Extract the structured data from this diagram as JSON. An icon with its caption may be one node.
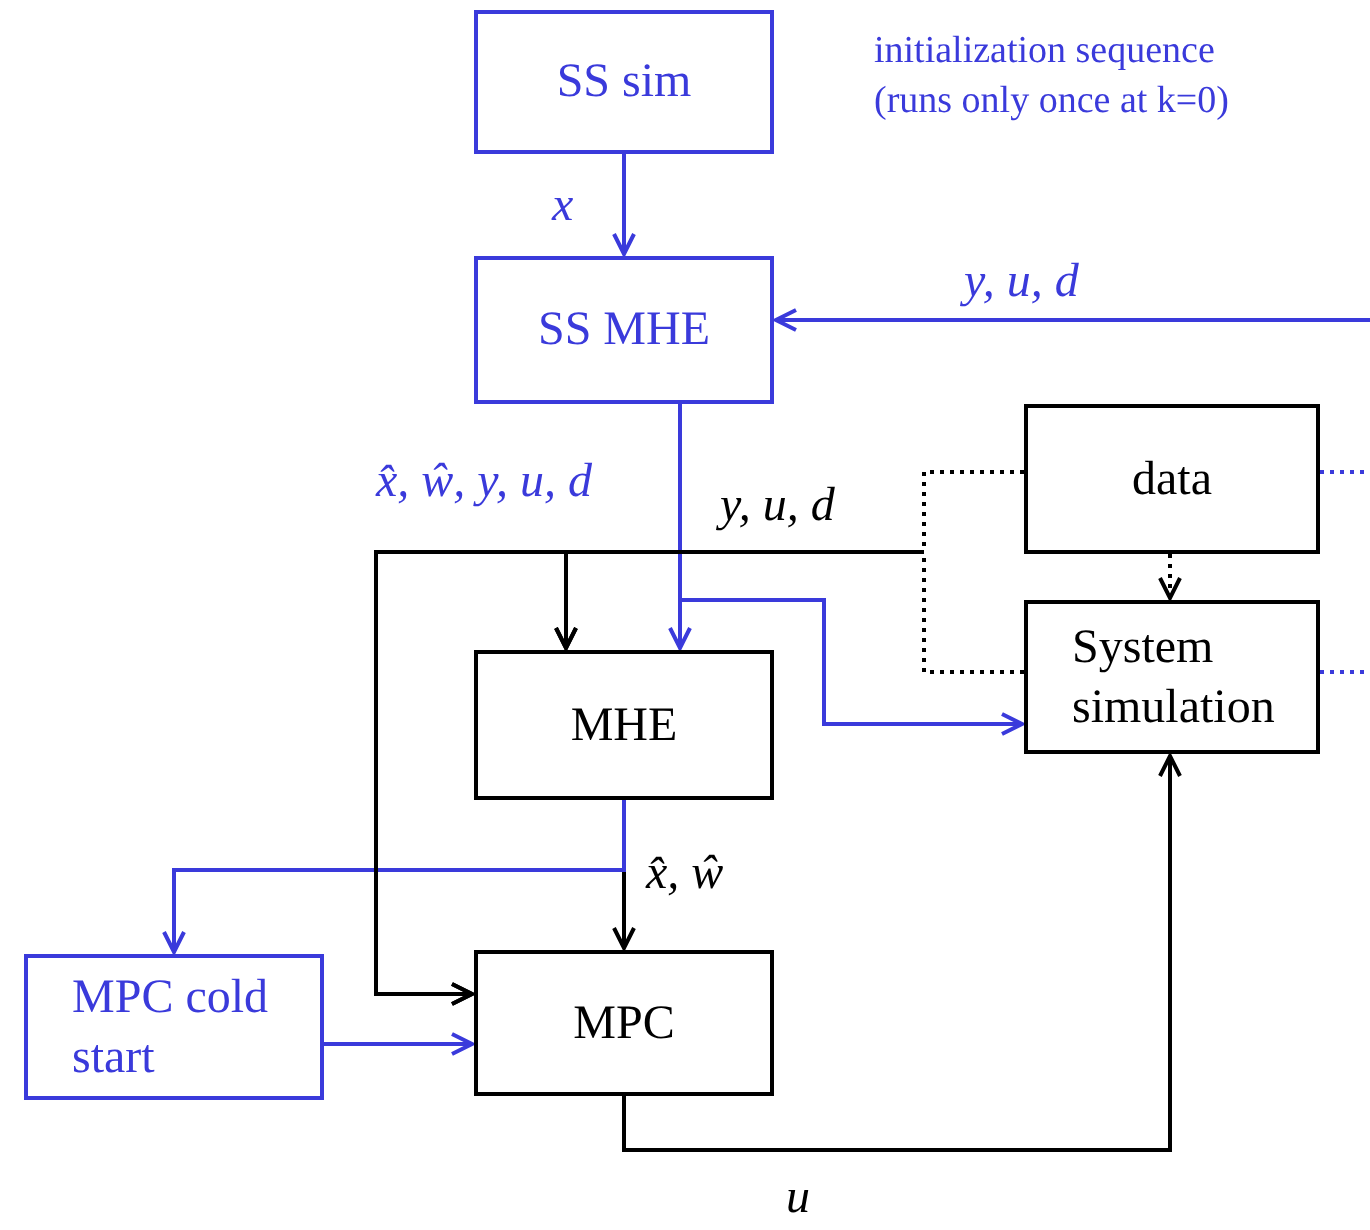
{
  "diagram": {
    "nodes": [
      {
        "text": [
          "SS sim"
        ]
      },
      {
        "text": [
          "SS MHE"
        ]
      },
      {
        "text": [
          "data"
        ]
      },
      {
        "text": [
          "System simulation"
        ]
      },
      {
        "text": [
          "MHE"
        ]
      },
      {
        "text": [
          "MPC cold start"
        ]
      },
      {
        "text": [
          "MPC"
        ]
      }
    ],
    "edges": [
      {
        "from": 0,
        "to": 1,
        "arrow": "to",
        "label": "x"
      },
      {
        "from": null,
        "to": 1,
        "arrow": "to",
        "label": "y, u, d"
      },
      {
        "from": 1,
        "to": 4,
        "arrow": "to",
        "label": "x̂, ŵ, y, u, d"
      },
      {
        "from": 1,
        "to": 3,
        "arrow": "to"
      },
      {
        "from": 4,
        "to": 6,
        "arrow": "to",
        "label": "x̂, ŵ",
        "color": "#000000"
      },
      {
        "from": 4,
        "to": 5,
        "arrow": "to"
      },
      {
        "from": 5,
        "to": 6,
        "arrow": "to"
      },
      {
        "from": 6,
        "to": 3,
        "arrow": "to",
        "label": "u",
        "color": "#000000"
      },
      {
        "from": 2,
        "to": 3,
        "arrow": "to",
        "style": "dashed",
        "color": "#000000"
      },
      {
        "from": 2,
        "to": 4,
        "arrow": "to",
        "label": "y, u, d",
        "style": "dashed",
        "color": "#000000"
      },
      {
        "from": 2,
        "to": 6,
        "arrow": "to",
        "style": "dashed",
        "color": "#000000"
      },
      {
        "from": 3,
        "to": 4,
        "arrow": "to",
        "style": "dashed",
        "color": "#000000"
      },
      {
        "from": 3,
        "to": 6,
        "arrow": "to",
        "style": "dashed",
        "color": "#000000"
      },
      {
        "from": 2,
        "to": null,
        "arrow": "none",
        "style": "dashed"
      },
      {
        "from": 3,
        "to": null,
        "arrow": "none",
        "style": "dashed"
      }
    ],
    "labels": [
      "initialization sequence (runs only once at k=0)"
    ]
  }
}
